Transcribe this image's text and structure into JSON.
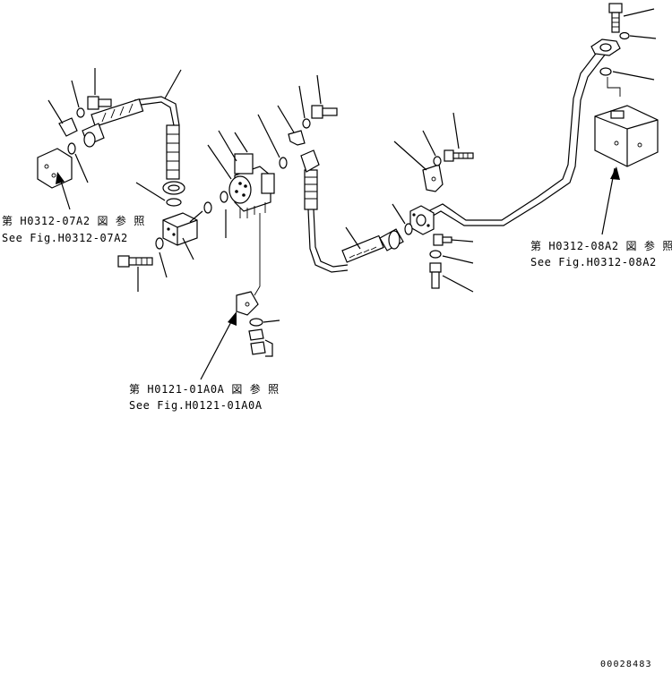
{
  "references": {
    "left": {
      "jp": "第 H0312-07A2 図 参 照",
      "en": "See Fig.H0312-07A2"
    },
    "middle": {
      "jp": "第 H0121-01A0A 図 参 照",
      "en": "See Fig.H0121-01A0A"
    },
    "right": {
      "jp": "第 H0312-08A2 図 参 照",
      "en": "See Fig.H0312-08A2"
    }
  },
  "drawing_number": "00028483",
  "icons": [
    "hose-icon",
    "tube-icon",
    "bolt-icon",
    "washer-icon",
    "o-ring-icon",
    "split-flange-icon",
    "block-icon",
    "valve-icon",
    "bracket-icon",
    "clamp-icon",
    "arrow-icon"
  ]
}
